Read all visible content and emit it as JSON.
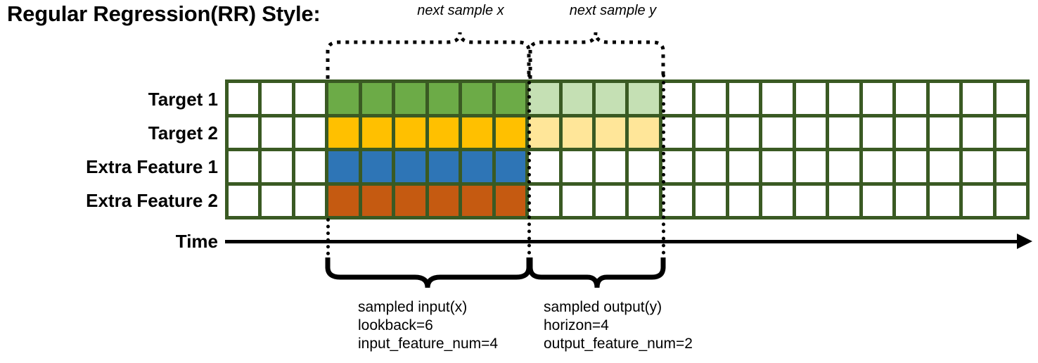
{
  "title": "Regular Regression(RR) Style:",
  "top_braces": [
    {
      "label": "next sample x",
      "name": "brace-next-sample-x"
    },
    {
      "label": "next sample y",
      "name": "brace-next-sample-y"
    }
  ],
  "row_labels": [
    {
      "label": "Target 1",
      "name": "row-label-target-1"
    },
    {
      "label": "Target 2",
      "name": "row-label-target-2"
    },
    {
      "label": "Extra Feature 1",
      "name": "row-label-extra-feature-1"
    },
    {
      "label": "Extra Feature 2",
      "name": "row-label-extra-feature-2"
    }
  ],
  "axis": {
    "label": "Time"
  },
  "grid": {
    "columns": 24,
    "rows": 4,
    "input_start_col": 3,
    "input_end_col": 9,
    "output_start_col": 9,
    "output_end_col": 13,
    "border_color": "#3a5a23",
    "row_fills": [
      {
        "row": "Target 1",
        "input_color": "#6cab47",
        "output_color": "#c5e0b4"
      },
      {
        "row": "Target 2",
        "input_color": "#ffc000",
        "output_color": "#ffe699"
      },
      {
        "row": "Extra Feature 1",
        "input_color": "#2e75b6",
        "output_color": "#ffffff"
      },
      {
        "row": "Extra Feature 2",
        "input_color": "#c55a11",
        "output_color": "#ffffff"
      }
    ]
  },
  "bottom_captions": [
    {
      "name": "sampled-input-caption",
      "line1": "sampled input(x)",
      "line2": "lookback=6",
      "line3": "input_feature_num=4"
    },
    {
      "name": "sampled-output-caption",
      "line1": "sampled output(y)",
      "line2": "horizon=4",
      "line3": "output_feature_num=2"
    }
  ],
  "colors": {
    "green": "#6cab47",
    "green_light": "#c5e0b4",
    "gold": "#ffc000",
    "gold_light": "#ffe699",
    "blue": "#2e75b6",
    "rust": "#c55a11",
    "grid_border": "#3a5a23",
    "ink": "#000000"
  }
}
